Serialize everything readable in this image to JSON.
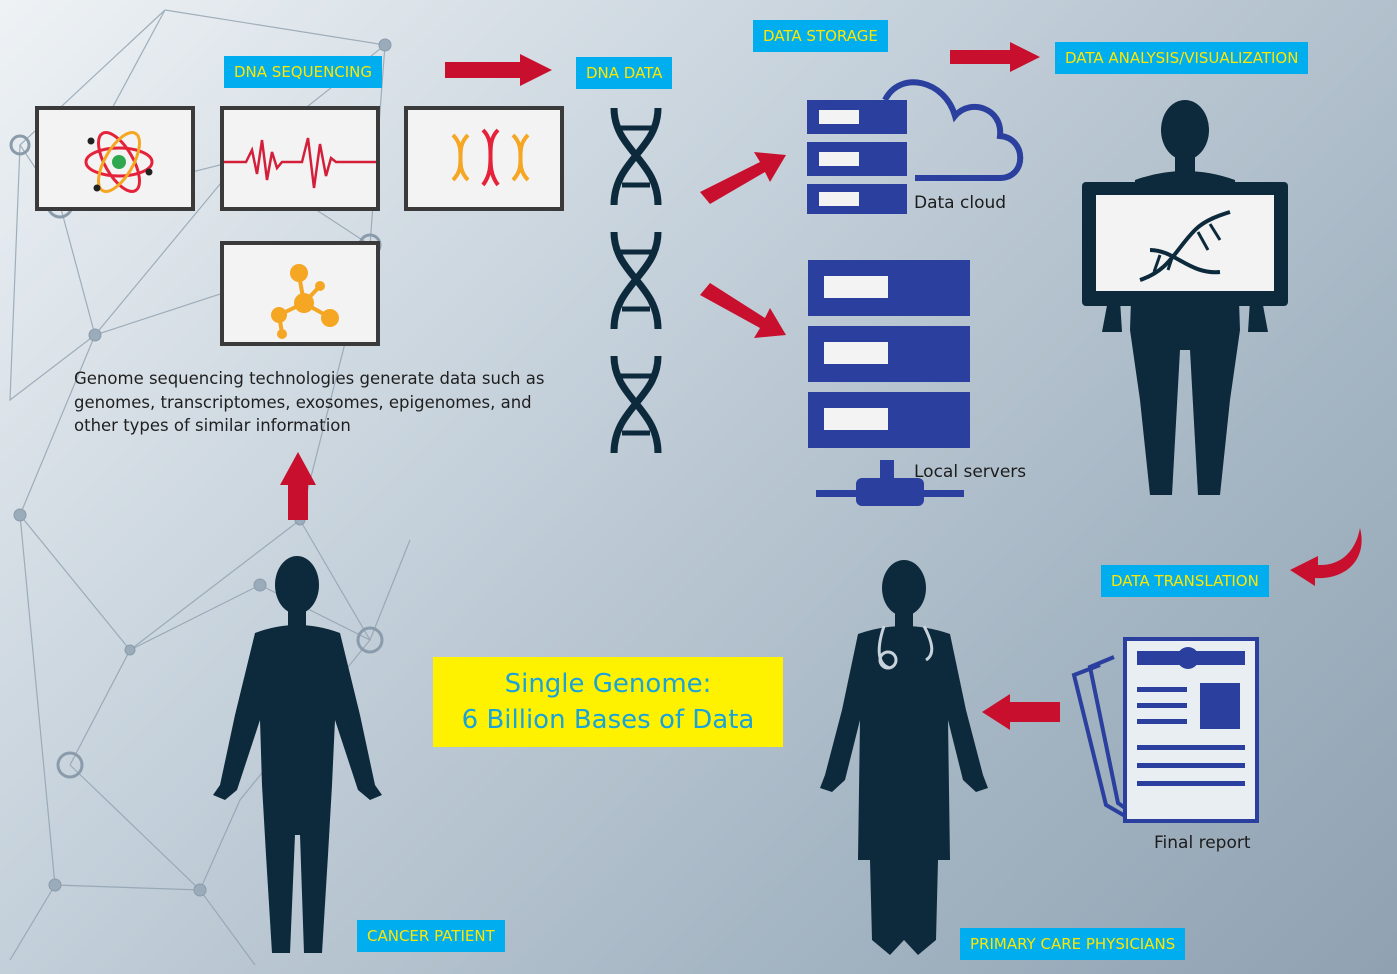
{
  "labels": {
    "dna_sequencing": "DNA  SEQUENCING",
    "dna_data": "DNA DATA",
    "data_storage": "DATA STORAGE",
    "data_analysis": "DATA ANALYSIS/VISUALIZATION",
    "data_translation": "DATA TRANSLATION",
    "cancer_patient": "CANCER PATIENT",
    "primary_care": "PRIMARY CARE PHYSICIANS"
  },
  "captions": {
    "data_cloud": "Data cloud",
    "local_servers": "Local servers",
    "final_report": "Final report"
  },
  "description": "Genome sequencing technologies generate data such as genomes, transcriptomes, exosomes, epigenomes, and other types of similar information",
  "highlight": {
    "line1": "Single Genome:",
    "line2": "6 Billion Bases of Data"
  },
  "colors": {
    "tag_bg": "#00aeef",
    "tag_text": "#ffe600",
    "arrow": "#c8102e",
    "silhouette": "#0d2a3c",
    "server": "#2b3f9e",
    "highlight_bg": "#fff200",
    "highlight_text": "#1aa3d9"
  }
}
